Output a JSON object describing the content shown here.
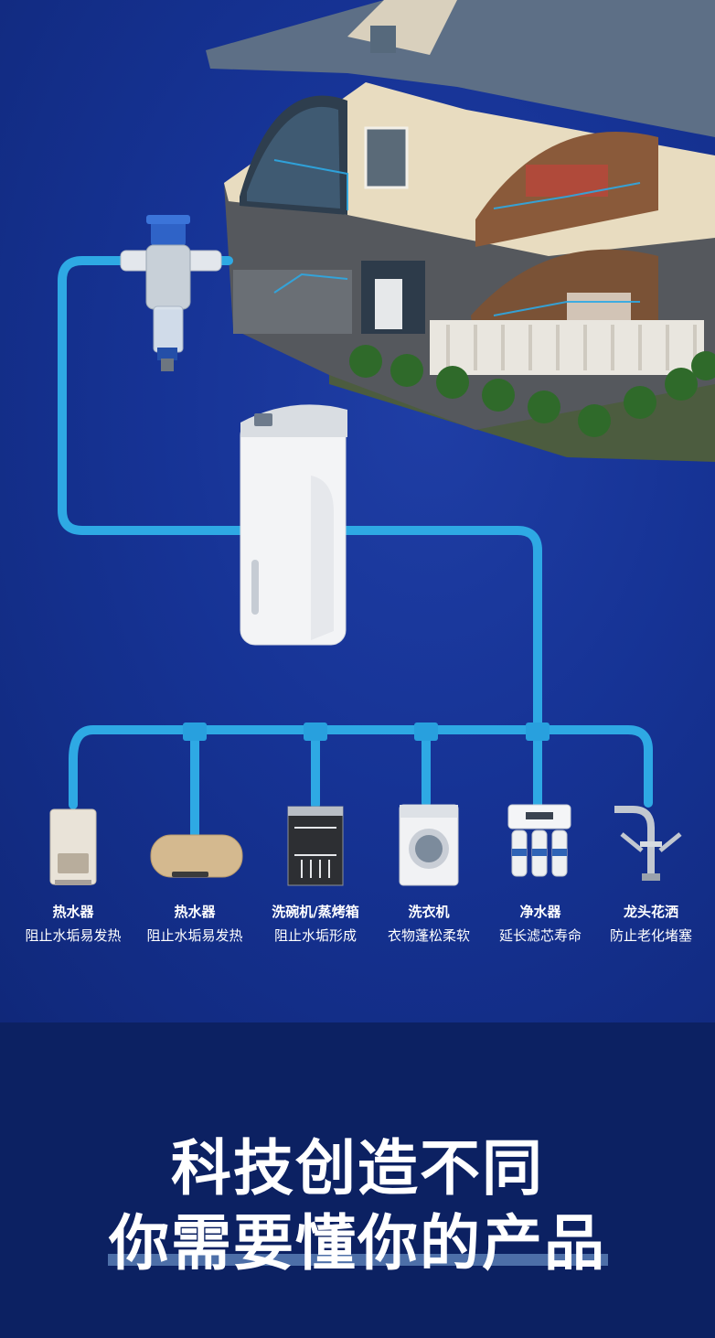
{
  "appliances": [
    {
      "title": "热水器",
      "subtitle": "阻止水垢易发热",
      "icon": "gas-water-heater-icon"
    },
    {
      "title": "热水器",
      "subtitle": "阻止水垢易发热",
      "icon": "electric-water-heater-icon"
    },
    {
      "title": "洗碗机/蒸烤箱",
      "subtitle": "阻止水垢形成",
      "icon": "dishwasher-icon"
    },
    {
      "title": "洗衣机",
      "subtitle": "衣物蓬松柔软",
      "icon": "washing-machine-icon"
    },
    {
      "title": "净水器",
      "subtitle": "延长滤芯寿命",
      "icon": "water-purifier-icon"
    },
    {
      "title": "龙头花洒",
      "subtitle": "防止老化堵塞",
      "icon": "faucet-icon"
    }
  ],
  "slogan": {
    "line1": "科技创造不同",
    "line2": "你需要懂你的产品"
  },
  "colors": {
    "pipe": "#2ea9e4",
    "background": "#163395",
    "footer": "#0c2162"
  }
}
